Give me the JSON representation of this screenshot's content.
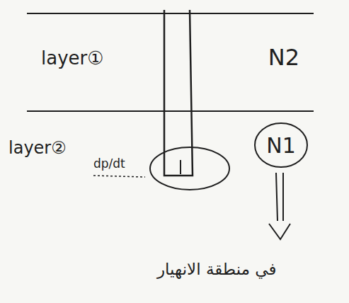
{
  "diagram": {
    "nodes": [
      {
        "text": [
          "layer①",
          "N2"
        ]
      },
      {
        "text": [
          "N1"
        ]
      }
    ],
    "labels": [
      "layer②",
      "dp/dt",
      "في منطقة الانهيار"
    ]
  }
}
